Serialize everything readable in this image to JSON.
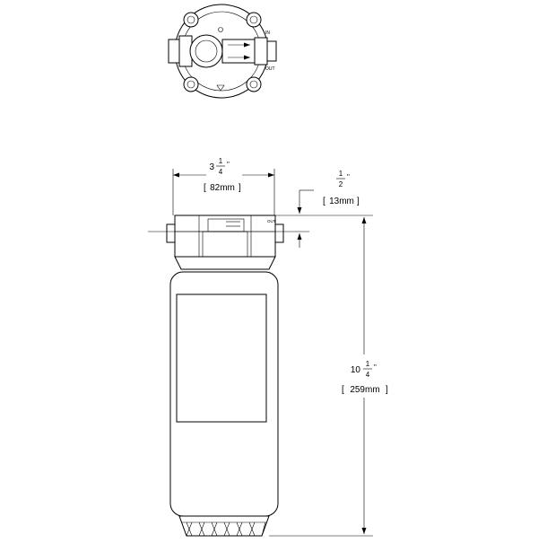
{
  "dimensions": {
    "width": {
      "whole": "3",
      "num": "1",
      "den": "4",
      "inch": "\"",
      "metric": "82mm"
    },
    "offset": {
      "num": "1",
      "den": "2",
      "inch": "\"",
      "metric": "13mm"
    },
    "height": {
      "whole": "10",
      "num": "1",
      "den": "4",
      "inch": "\"",
      "metric": "259mm"
    }
  },
  "top_view": {
    "port_in": "IN",
    "port_out": "OUT"
  },
  "side_view": {
    "port_out": "OUT"
  }
}
